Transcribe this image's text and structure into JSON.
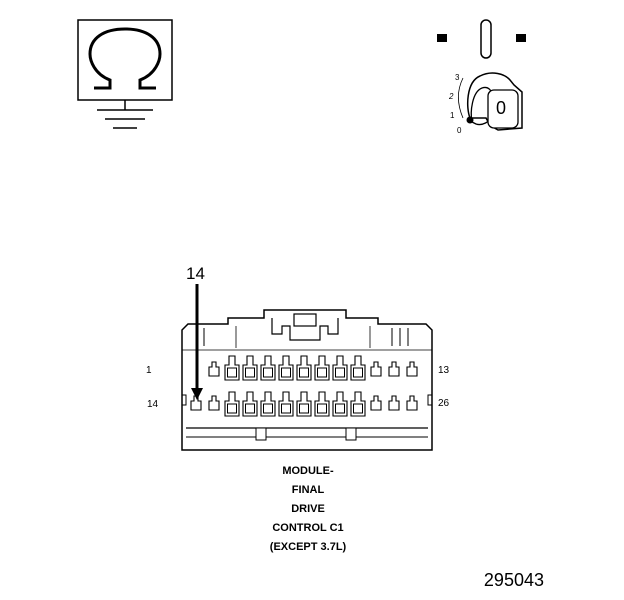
{
  "symbols": {
    "ohmmeter_icon": "ohm-ground-symbol",
    "ignition_icon": "ignition-key-switch",
    "ohm_glyph": "Ω"
  },
  "ignition": {
    "positions": [
      "3",
      "2",
      "1",
      "0"
    ],
    "key_label": "0"
  },
  "connector": {
    "callout_pin": "14",
    "row1_left": "1",
    "row1_right": "13",
    "row2_left": "14",
    "row2_right": "26"
  },
  "caption": {
    "line1": "MODULE-",
    "line2": "FINAL",
    "line3": "DRIVE",
    "line4": "CONTROL C1",
    "line5": "(EXCEPT 3.7L)"
  },
  "figure_number": "295043"
}
